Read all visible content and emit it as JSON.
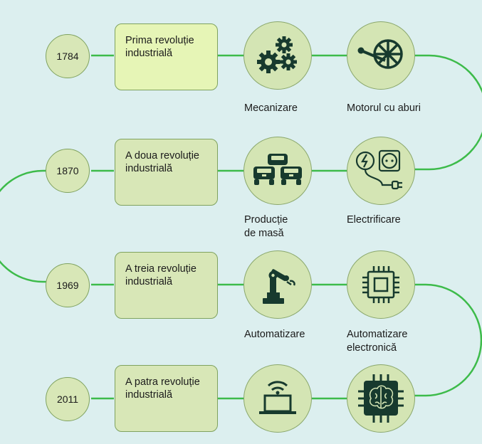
{
  "rows": [
    {
      "year": "1784",
      "revolution": [
        "Prima revoluție",
        "industrială"
      ],
      "icon1": "gears-icon",
      "caption1": [
        "Mecanizare"
      ],
      "icon2": "steam-wheel-icon",
      "caption2": [
        "Motorul cu aburi"
      ]
    },
    {
      "year": "1870",
      "revolution": [
        "A doua revoluție",
        "industrială"
      ],
      "icon1": "cars-icon",
      "caption1": [
        "Producție",
        "de masă"
      ],
      "icon2": "plug-socket-icon",
      "caption2": [
        "Electrificare"
      ]
    },
    {
      "year": "1969",
      "revolution": [
        "A treia revoluție",
        "industrială"
      ],
      "icon1": "robot-arm-icon",
      "caption1": [
        "Automatizare"
      ],
      "icon2": "chip-icon",
      "caption2": [
        "Automatizare",
        "electronică"
      ]
    },
    {
      "year": "2011",
      "revolution": [
        "A patra revoluție",
        "industrială"
      ],
      "icon1": "laptop-wifi-icon",
      "caption1": [],
      "icon2": "ai-brain-chip-icon",
      "caption2": []
    }
  ],
  "colors": {
    "background": "#dcefef",
    "line": "#3dbb4a",
    "ink": "#173a2e",
    "box": "#d8e7b7",
    "box_first": "#e6f5b6",
    "circle": "#d4e5b4"
  }
}
